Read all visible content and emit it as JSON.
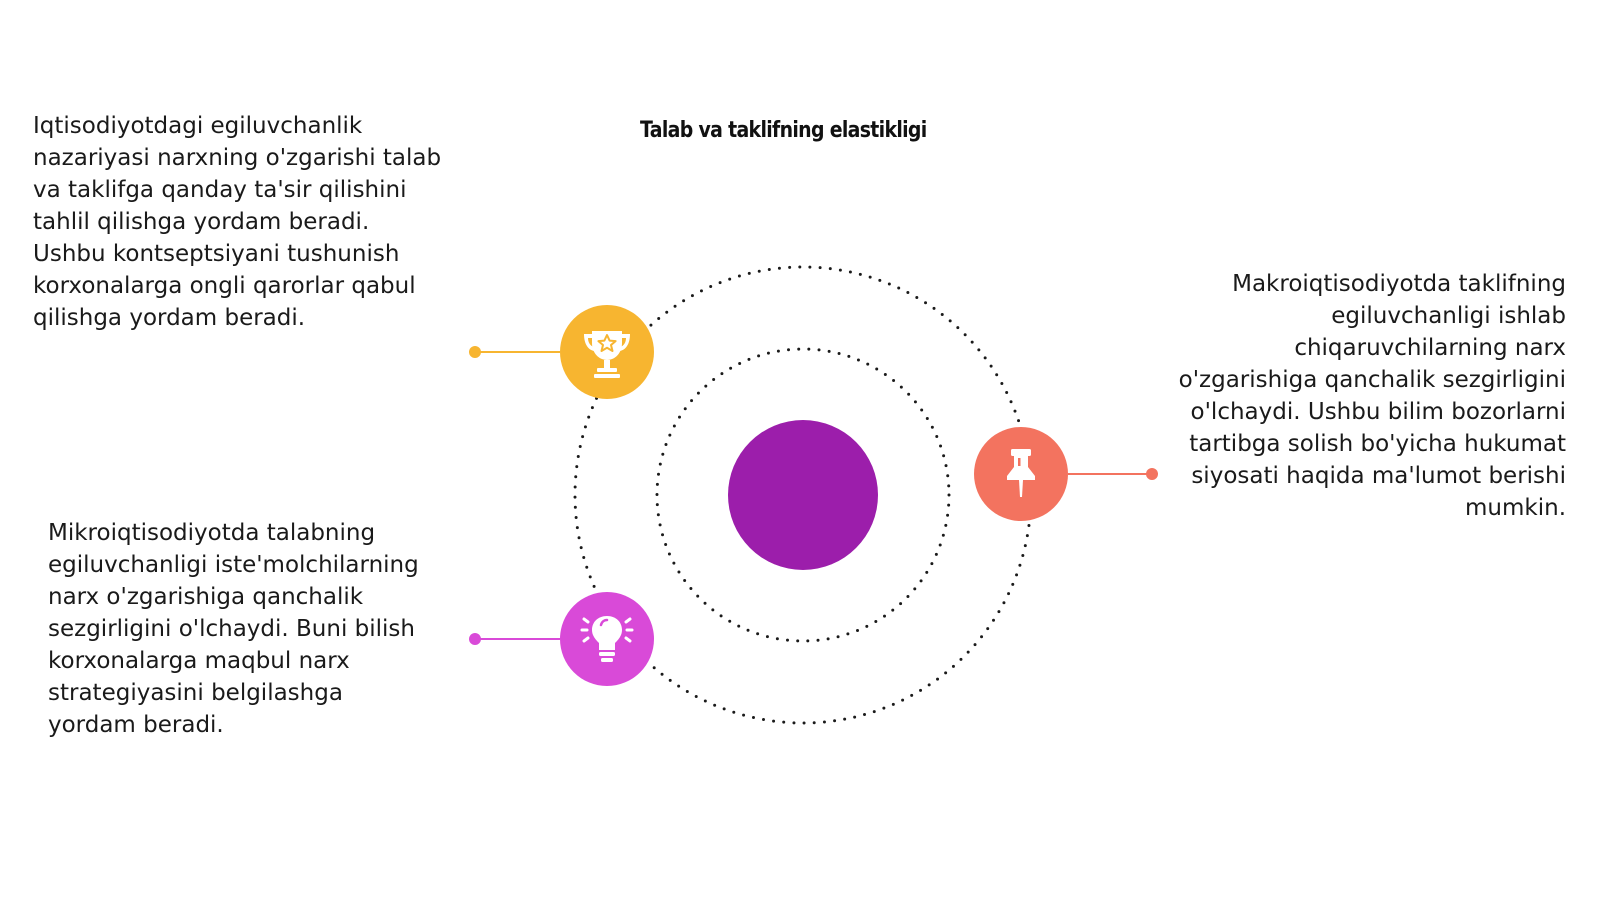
{
  "title": "Talab va taklifning elastikligi",
  "center_color": "#9c1eab",
  "items": [
    {
      "id": "top-left",
      "icon": "trophy-icon",
      "color": "#f7b530",
      "text": "Iqtisodiyotdagi egiluvchanlik nazariyasi narxning o'zgarishi talab va taklifga qanday ta'sir qilishini tahlil qilishga yordam beradi. Ushbu kontseptsiyani tushunish korxonalarga ongli qarorlar qabul qilishga yordam beradi."
    },
    {
      "id": "right",
      "icon": "pushpin-icon",
      "color": "#f3735f",
      "text": "Makroiqtisodiyotda taklifning egiluvchanligi ishlab chiqaruvchilarning narx o'zgarishiga qanchalik sezgirligini o'lchaydi. Ushbu bilim bozorlarni tartibga solish bo'yicha hukumat siyosati haqida ma'lumot berishi mumkin."
    },
    {
      "id": "bottom-left",
      "icon": "lightbulb-icon",
      "color": "#d94ad8",
      "text": "Mikroiqtisodiyotda talabning egiluvchanligi iste'molchilarning narx o'zgarishiga qanchalik sezgirligini o'lchaydi. Buni bilish korxonalarga maqbul narx strategiyasini belgilashga yordam beradi."
    }
  ]
}
